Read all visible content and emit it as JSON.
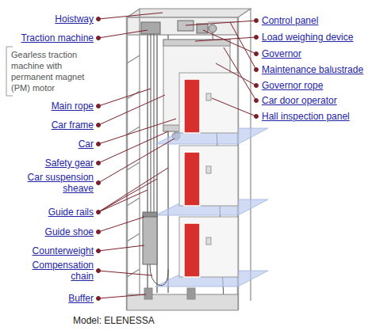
{
  "diagram": {
    "caption": "Model: ELENESSA",
    "labels": [
      "Hoistway",
      "Traction machine",
      "Gearless traction machine with permanent magnet (PM) motor",
      "Main rope",
      "Car frame",
      "Car",
      "Safety gear",
      "Car suspension sheave",
      "Guide rails",
      "Guide shoe",
      "Counterweight",
      "Compensation chain",
      "Buffer",
      "Control panel",
      "Load weighing device",
      "Governor",
      "Maintenance balustrade",
      "Governor rope",
      "Car door operator",
      "Hall inspection panel"
    ]
  }
}
